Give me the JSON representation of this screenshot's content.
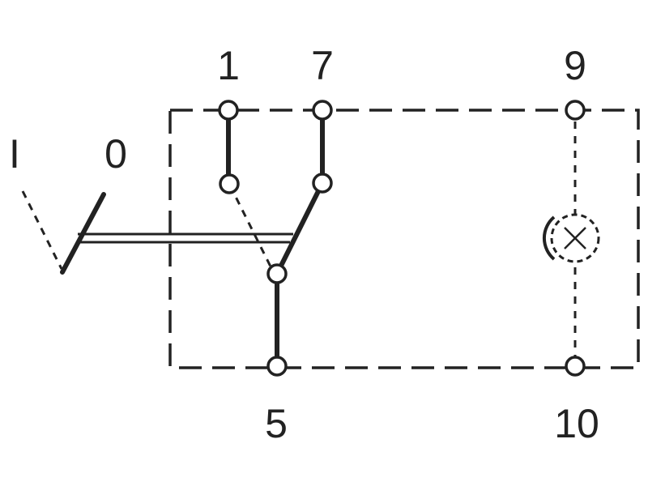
{
  "terminals": {
    "t1": "1",
    "t7": "7",
    "t9": "9",
    "t5": "5",
    "t10": "10"
  },
  "switch_positions": {
    "on": "I",
    "off": "0"
  },
  "colors": {
    "ink": "#222222",
    "background": "#ffffff"
  },
  "icons": {
    "lamp": "lamp-icon"
  }
}
